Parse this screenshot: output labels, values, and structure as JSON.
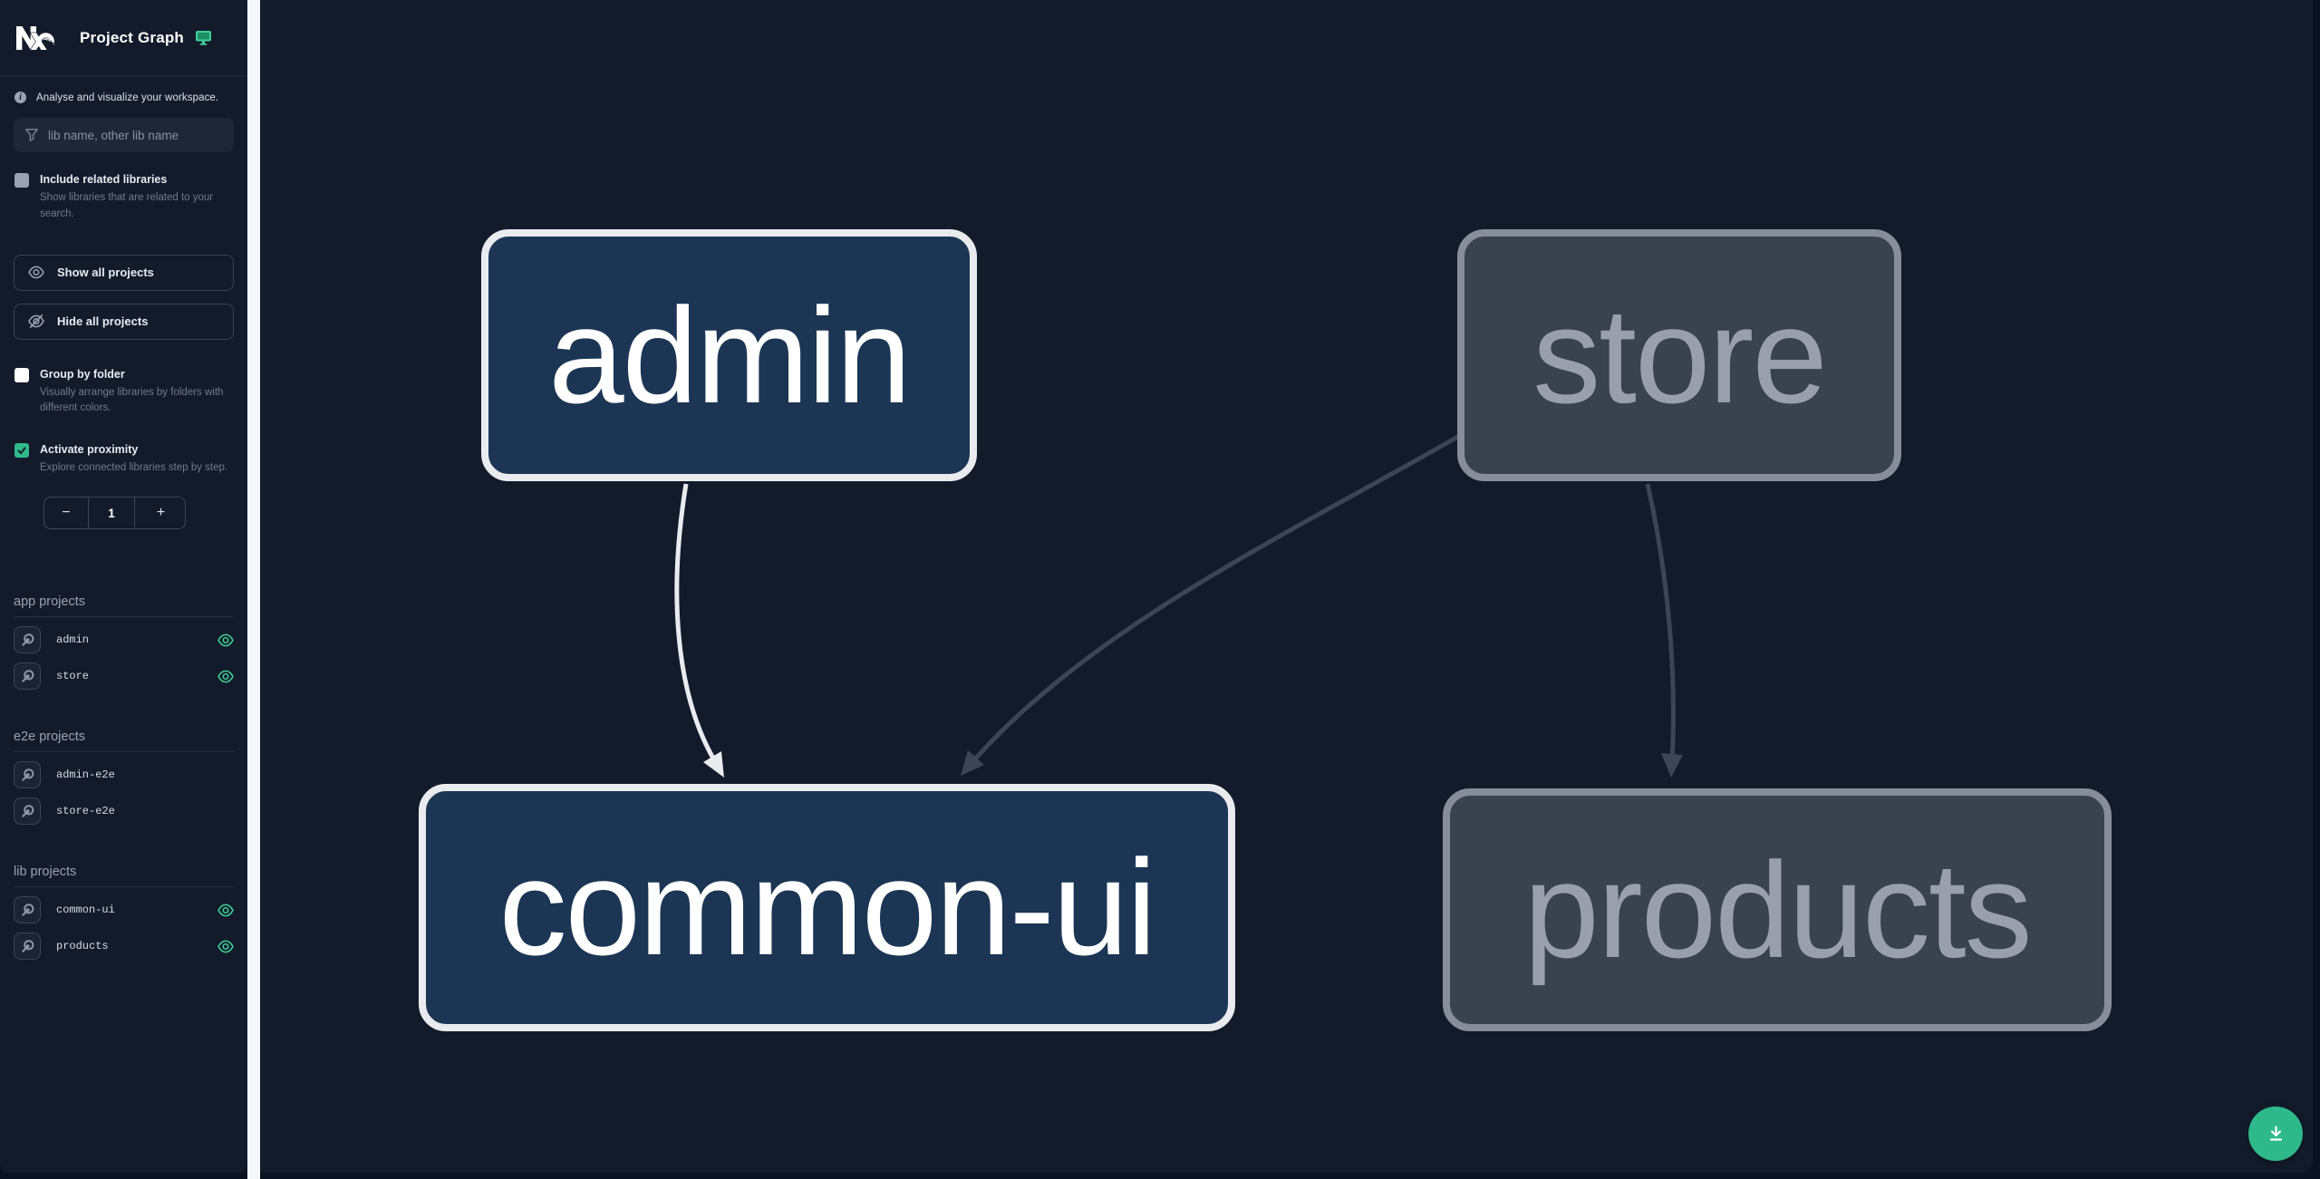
{
  "header": {
    "title": "Project Graph"
  },
  "sidebar": {
    "tagline": "Analyse and visualize your workspace.",
    "search_placeholder": "lib name, other lib name",
    "options": [
      {
        "label": "Include related libraries",
        "description": "Show libraries that are related to your search.",
        "checked": false
      },
      {
        "label": "Group by folder",
        "description": "Visually arrange libraries by folders with different colors.",
        "checked": false
      },
      {
        "label": "Activate proximity",
        "description": "Explore connected libraries step by step.",
        "checked": true
      }
    ],
    "actions": {
      "show_all": "Show all projects",
      "hide_all": "Hide all projects"
    },
    "proximity_stepper": {
      "decrease": "−",
      "value": "1",
      "increase": "+"
    },
    "sections": [
      {
        "title": "app projects",
        "items": [
          {
            "name": "admin",
            "eye_visible": true
          },
          {
            "name": "store",
            "eye_visible": true
          }
        ]
      },
      {
        "title": "e2e projects",
        "items": [
          {
            "name": "admin-e2e",
            "eye_visible": false
          },
          {
            "name": "store-e2e",
            "eye_visible": false
          }
        ]
      },
      {
        "title": "lib projects",
        "items": [
          {
            "name": "common-ui",
            "eye_visible": true
          },
          {
            "name": "products",
            "eye_visible": true
          }
        ]
      }
    ]
  },
  "graph": {
    "nodes": [
      {
        "id": "admin",
        "label": "admin",
        "state": "focused"
      },
      {
        "id": "store",
        "label": "store",
        "state": "dimmed"
      },
      {
        "id": "common-ui",
        "label": "common-ui",
        "state": "focused"
      },
      {
        "id": "products",
        "label": "products",
        "state": "dimmed"
      }
    ],
    "edges": [
      {
        "from": "admin",
        "to": "common-ui",
        "style": "highlighted"
      },
      {
        "from": "store",
        "to": "common-ui",
        "style": "dimmed"
      },
      {
        "from": "store",
        "to": "products",
        "style": "dimmed"
      }
    ]
  },
  "colors": {
    "accent_green": "#2eb98b",
    "eye_green": "#3ecf96",
    "focused_node_fill": "#1c3554",
    "focused_node_border": "#e9ebee",
    "dimmed_node_fill": "#3a414f",
    "dimmed_node_border": "#878e9a",
    "edge_highlighted": "#e9ebee",
    "edge_dimmed": "#3d4554",
    "background": "#131b2b"
  }
}
